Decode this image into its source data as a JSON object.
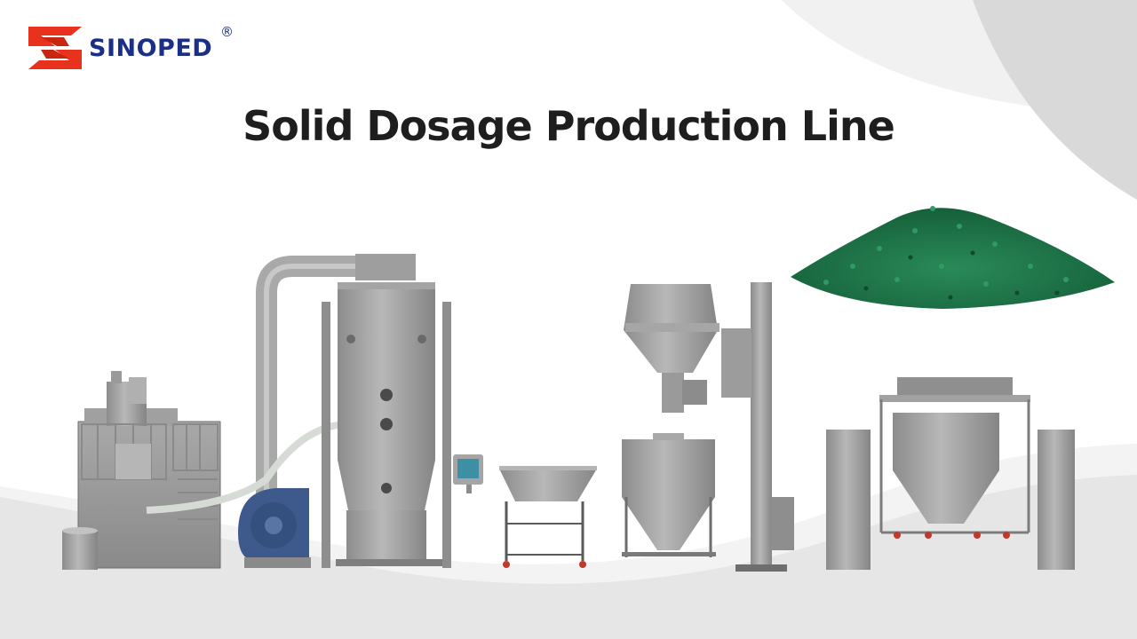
{
  "brand": {
    "name": "SINOPED",
    "registered_mark": "®",
    "logo_color": "#e8321e",
    "text_color": "#1c2f87"
  },
  "headline": "Solid Dosage Production Line",
  "colors": {
    "steel": "#9a9a9a",
    "steel_dark": "#7a7a7a",
    "fan_blue": "#3e5a8c",
    "granule_green": "#1f7a4a",
    "background_wave": "#e9e9e9"
  },
  "illustrations": [
    "high-shear-mixer-granulator",
    "fluid-bed-dryer",
    "blower-fan",
    "control-panel",
    "tray-cart",
    "conical-mill",
    "ibc-bin",
    "column-lifter",
    "bin-blender",
    "green-granules-pile"
  ]
}
